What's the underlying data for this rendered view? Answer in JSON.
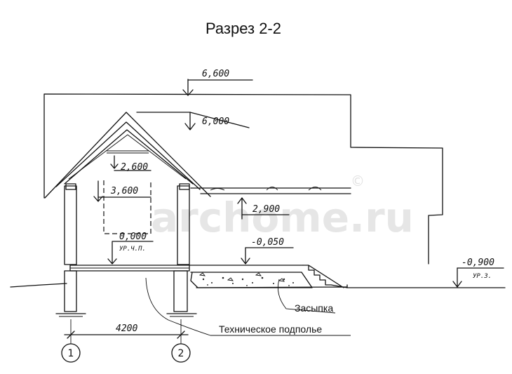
{
  "title": "Разрез 2-2",
  "watermark": "archome.ru",
  "levels": {
    "ridge_top": "6,600",
    "roof_peak": "6,000",
    "attic_floor": "2,600",
    "ceiling_mark": "3,600",
    "floor_zero": "0,000",
    "floor_zero_note": "УР.Ч.П.",
    "canopy": "2,900",
    "terrace": "-0,050",
    "ground": "-0,900",
    "ground_note": "УР.З."
  },
  "dimensions": {
    "axis_span": "4200"
  },
  "axes": [
    "1",
    "2"
  ],
  "annotations": {
    "backfill": "Засыпка",
    "crawlspace": "Техническое подполье"
  }
}
